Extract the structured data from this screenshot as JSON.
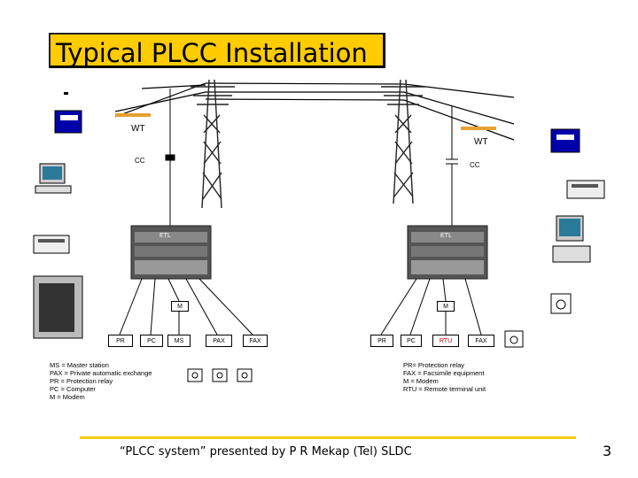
{
  "title": "Typical PLCC Installation",
  "labels": {
    "wt_left": "WT",
    "wt_right": "WT",
    "cc_left": "CC",
    "cc_right": "CC",
    "etl_left": "ETL",
    "etl_right": "ETL",
    "m_left": "M",
    "m_right": "M"
  },
  "boxes_left": {
    "pr": "PR",
    "pc": "PC",
    "ms": "MS",
    "pax": "PAX",
    "fax": "FAX"
  },
  "boxes_right": {
    "pr": "PR",
    "pc": "PC",
    "rtu": "RTU",
    "fax": "FAX"
  },
  "legend_left": [
    "MS   = Master station",
    "PAX  = Private automatic exchange",
    "PR    = Protection relay",
    "PC   = Computer",
    "M =  Modem"
  ],
  "legend_right": [
    "PR= Protection relay",
    "FAX = Facsimile equipment",
    "M    = Modem",
    "RTU  = Remote terminal unit"
  ],
  "footer": "“PLCC system” presented by P R Mekap (Tel) SLDC",
  "page_number": "3",
  "colors": {
    "title_bg": "#ffcc00",
    "wave_trap": "#e8a030",
    "footer_line": "#ffcc00",
    "red_text": "#cc0000"
  }
}
